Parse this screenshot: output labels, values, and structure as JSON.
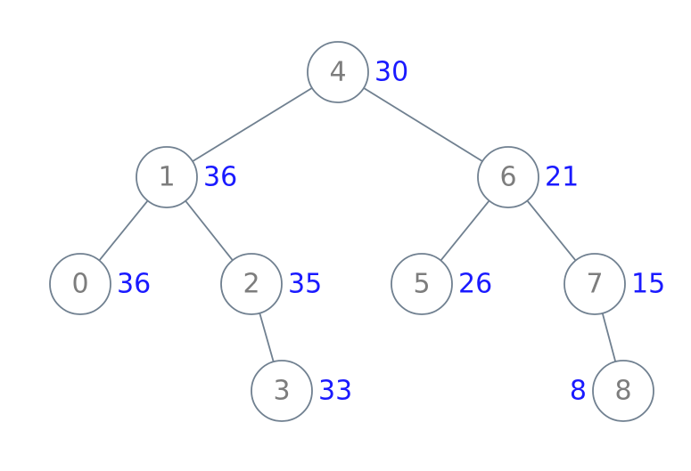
{
  "diagram": {
    "type": "binary-tree",
    "colors": {
      "background": "#ffffff",
      "node_fill": "#ffffff",
      "node_stroke": "#708090",
      "edge": "#708090",
      "node_id_text": "#7d7d7d",
      "value_text": "#1a1aff"
    },
    "nodes": [
      {
        "id": "4",
        "value": "30",
        "value_side": "right"
      },
      {
        "id": "1",
        "value": "36",
        "value_side": "right"
      },
      {
        "id": "6",
        "value": "21",
        "value_side": "right"
      },
      {
        "id": "0",
        "value": "36",
        "value_side": "right"
      },
      {
        "id": "2",
        "value": "35",
        "value_side": "right"
      },
      {
        "id": "5",
        "value": "26",
        "value_side": "right"
      },
      {
        "id": "7",
        "value": "15",
        "value_side": "right"
      },
      {
        "id": "3",
        "value": "33",
        "value_side": "right"
      },
      {
        "id": "8",
        "value": "8",
        "value_side": "left"
      }
    ],
    "edges": [
      {
        "from": "4",
        "to": "1"
      },
      {
        "from": "4",
        "to": "6"
      },
      {
        "from": "1",
        "to": "0"
      },
      {
        "from": "1",
        "to": "2"
      },
      {
        "from": "2",
        "to": "3"
      },
      {
        "from": "6",
        "to": "5"
      },
      {
        "from": "6",
        "to": "7"
      },
      {
        "from": "7",
        "to": "8"
      }
    ]
  }
}
